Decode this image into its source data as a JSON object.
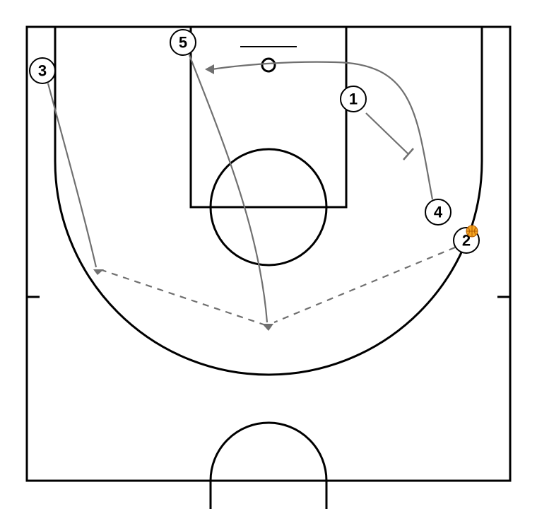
{
  "colors": {
    "court_lines": "#000000",
    "background": "#ffffff",
    "action_lines": "#707070",
    "ball": "#f5a623",
    "ball_seams": "#b35c00"
  },
  "players": [
    {
      "label": "1"
    },
    {
      "label": "2",
      "has_ball": true
    },
    {
      "label": "3"
    },
    {
      "label": "4"
    },
    {
      "label": "5"
    }
  ]
}
